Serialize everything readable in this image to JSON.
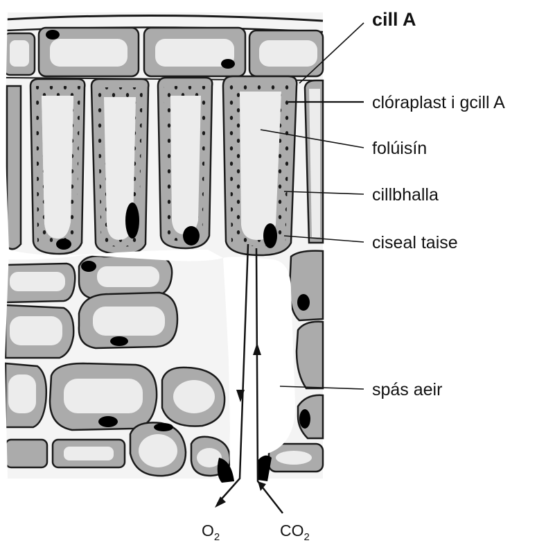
{
  "labels": {
    "cell_a": "cill A",
    "chloroplast": "clóraplast i gcill A",
    "vacuole": "folúisín",
    "cell_wall": "cillbhalla",
    "moist_layer": "ciseal taise",
    "air_space": "spás aeir"
  },
  "gases": {
    "oxygen": {
      "symbol": "O",
      "subscript": "2"
    },
    "carbon_dioxide": {
      "symbol": "CO",
      "subscript": "2"
    }
  },
  "colors": {
    "cytoplasm": "#a9a9a9",
    "vacuole": "#ececec",
    "outline": "#1a1a1a",
    "cell_gap": "#ffffff",
    "nucleus": "#000000"
  }
}
